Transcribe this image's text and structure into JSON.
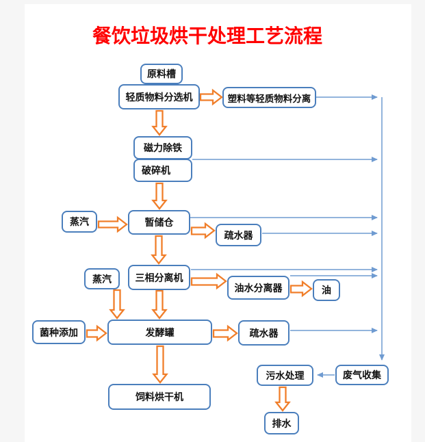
{
  "title": "餐饮垃圾烘干处理工艺流程",
  "colors": {
    "title": "#ff0000",
    "box_border": "#4a7ebc",
    "connector": "#6f9bd1",
    "arrow": "#f07e2a",
    "canvas_bg": "#ffffff",
    "page_bg": "#f6f6f6"
  },
  "nodes": {
    "raw_material_tank": "原料槽",
    "light_material_sorter": "轻质物料分选机",
    "plastic_separation": "塑料等轻质物料分离",
    "magnetic_iron_removal": "磁力除铁",
    "crusher": "破碎机",
    "steam_1": "蒸汽",
    "temp_storage_bin": "暂储仓",
    "steam_trap_1": "疏水器",
    "steam_2": "蒸汽",
    "three_phase_separator": "三相分离机",
    "oil_water_separator": "油水分离器",
    "oil": "油",
    "inoculant_addition": "菌种添加",
    "fermentation_tank": "发酵罐",
    "steam_trap_2": "疏水器",
    "feed_dryer": "饲料烘干机",
    "sewage_treatment": "污水处理",
    "waste_gas_collection": "废气收集",
    "drainage": "排水"
  }
}
